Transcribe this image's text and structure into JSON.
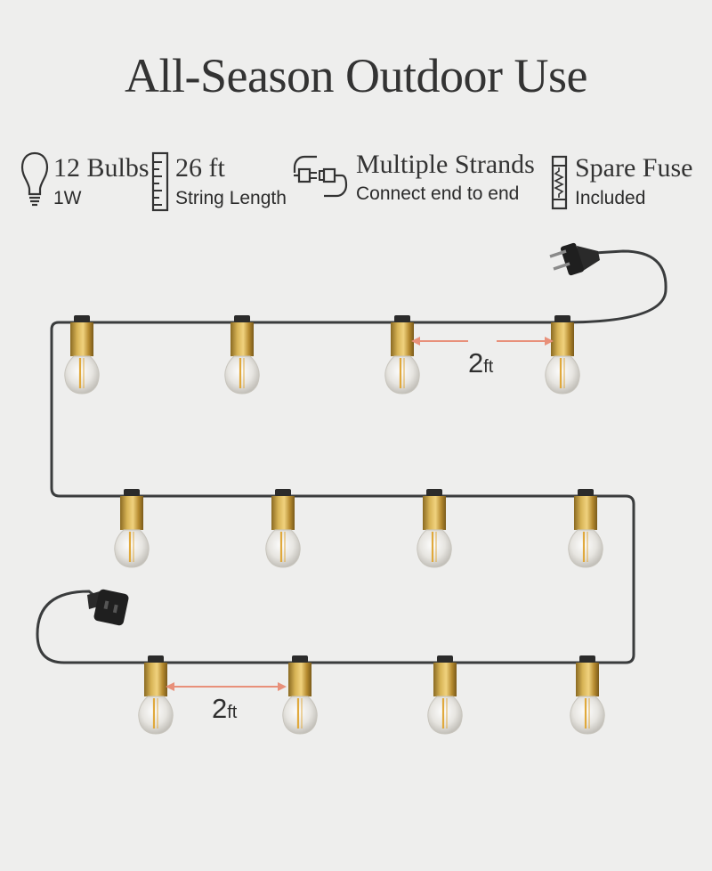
{
  "title": "All-Season Outdoor Use",
  "specs": [
    {
      "head": "12 Bulbs",
      "sub": "1W",
      "icon": "bulb-icon"
    },
    {
      "head": "26 ft",
      "sub": "String Length",
      "icon": "ruler-icon"
    },
    {
      "head": "Multiple Strands",
      "sub": "Connect end to end",
      "icon": "plug-connector-icon"
    },
    {
      "head": "Spare Fuse",
      "sub": "Included",
      "icon": "fuse-icon"
    }
  ],
  "spacing": {
    "value": "2",
    "unit": "ft"
  },
  "bulb_count": 12,
  "colors": {
    "background": "#eeeeed",
    "cable": "#3a3c3d",
    "socket_brass": "#c19a3e",
    "arrow": "#e8907a",
    "filament": "#e0a93c"
  }
}
